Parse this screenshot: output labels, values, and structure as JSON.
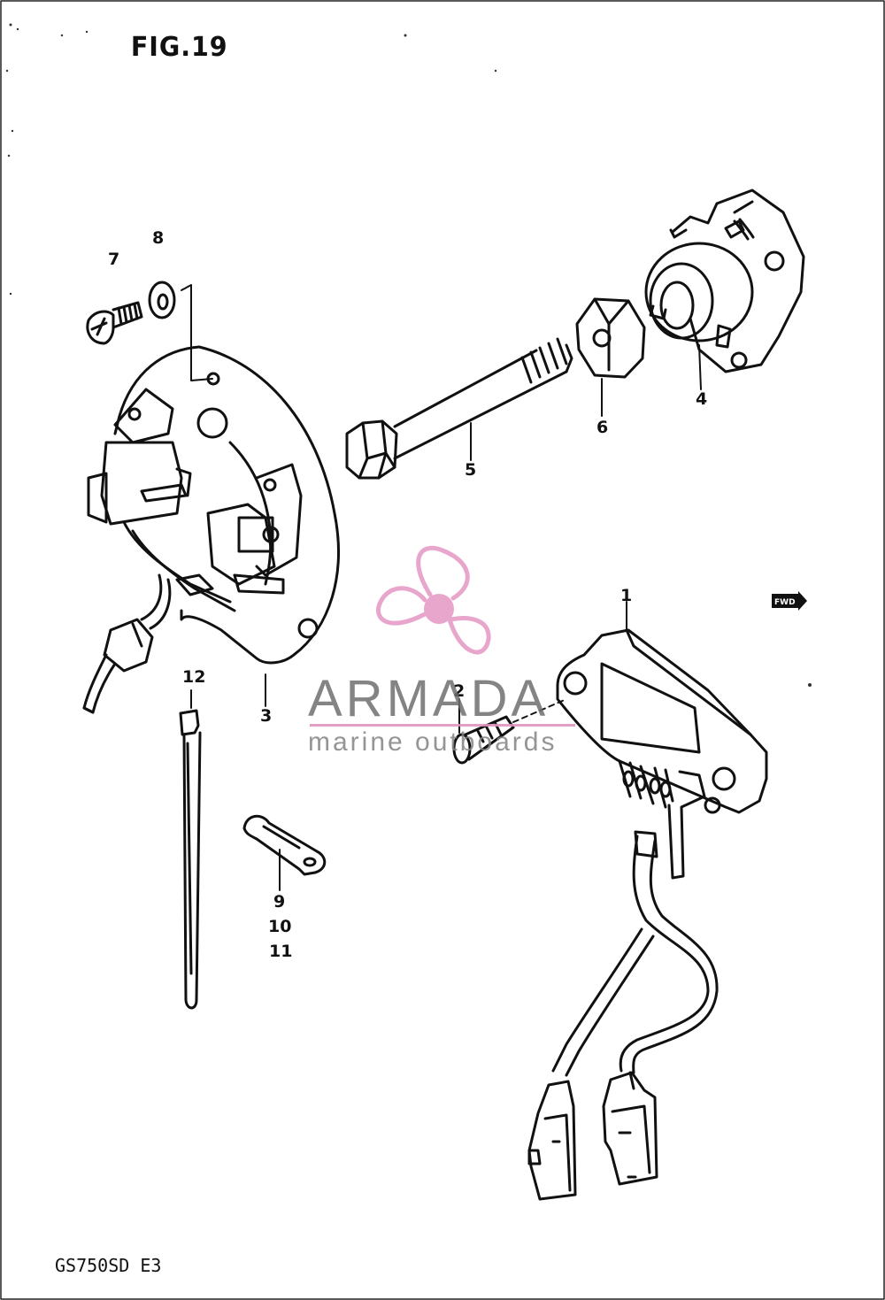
{
  "figure": {
    "title": "FIG.19",
    "model_code": "GS750SD  E3"
  },
  "callouts": [
    {
      "id": "1",
      "label": "1"
    },
    {
      "id": "2",
      "label": "2"
    },
    {
      "id": "3",
      "label": "3"
    },
    {
      "id": "4",
      "label": "4"
    },
    {
      "id": "5",
      "label": "5"
    },
    {
      "id": "6",
      "label": "6"
    },
    {
      "id": "7",
      "label": "7"
    },
    {
      "id": "8",
      "label": "8"
    },
    {
      "id": "9",
      "label": "9"
    },
    {
      "id": "10",
      "label": "10"
    },
    {
      "id": "11",
      "label": "11"
    },
    {
      "id": "12",
      "label": "12"
    }
  ],
  "watermark": {
    "name": "ARMADA",
    "tagline": "marine outboards",
    "accent_color": "#e8a6cc",
    "text_color": "#6e6e6e"
  },
  "direction_marker": {
    "label": "FWD",
    "icon": "forward-arrow-icon"
  }
}
